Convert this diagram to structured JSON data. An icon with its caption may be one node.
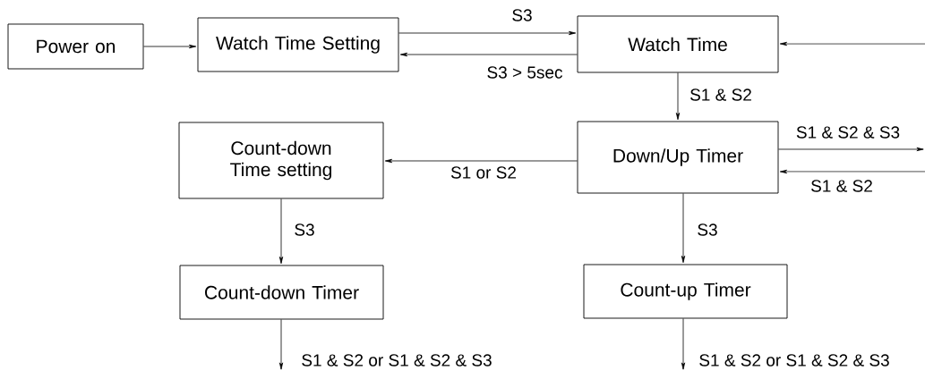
{
  "diagram": {
    "nodes": [
      {
        "text": [
          "Power on"
        ]
      },
      {
        "text": [
          "Watch Time Setting"
        ]
      },
      {
        "text": [
          "Watch Time"
        ]
      },
      {
        "text": [
          "Down/Up Timer"
        ]
      },
      {
        "text": [
          "Count-down Time setting"
        ]
      },
      {
        "text": [
          "Count-down Timer"
        ]
      },
      {
        "text": [
          "Count-up Timer"
        ]
      }
    ],
    "edges": [
      {
        "from": 0,
        "to": 1,
        "arrow": "to"
      },
      {
        "from": 1,
        "to": 2,
        "arrow": "to",
        "label": "S3"
      },
      {
        "from": 2,
        "to": 1,
        "arrow": "to",
        "label": "S3 > 5sec"
      },
      {
        "from": 2,
        "to": 3,
        "arrow": "to",
        "label": "S1 & S2"
      },
      {
        "from": null,
        "to": 2,
        "arrow": "to"
      },
      {
        "from": 3,
        "to": null,
        "arrow": "to",
        "label": "S1 & S2 & S3"
      },
      {
        "from": null,
        "to": 3,
        "arrow": "to",
        "label": "S1 & S2"
      },
      {
        "from": 3,
        "to": 4,
        "arrow": "to",
        "label": "S1 or S2"
      },
      {
        "from": 4,
        "to": 5,
        "arrow": "to",
        "label": "S3"
      },
      {
        "from": 3,
        "to": 6,
        "arrow": "to",
        "label": "S3"
      },
      {
        "from": 5,
        "to": null,
        "arrow": "to",
        "label": "S1 & S2 or S1 & S2 & S3"
      },
      {
        "from": 6,
        "to": null,
        "arrow": "to",
        "label": "S1 & S2 or S1 & S2 & S3"
      }
    ]
  }
}
